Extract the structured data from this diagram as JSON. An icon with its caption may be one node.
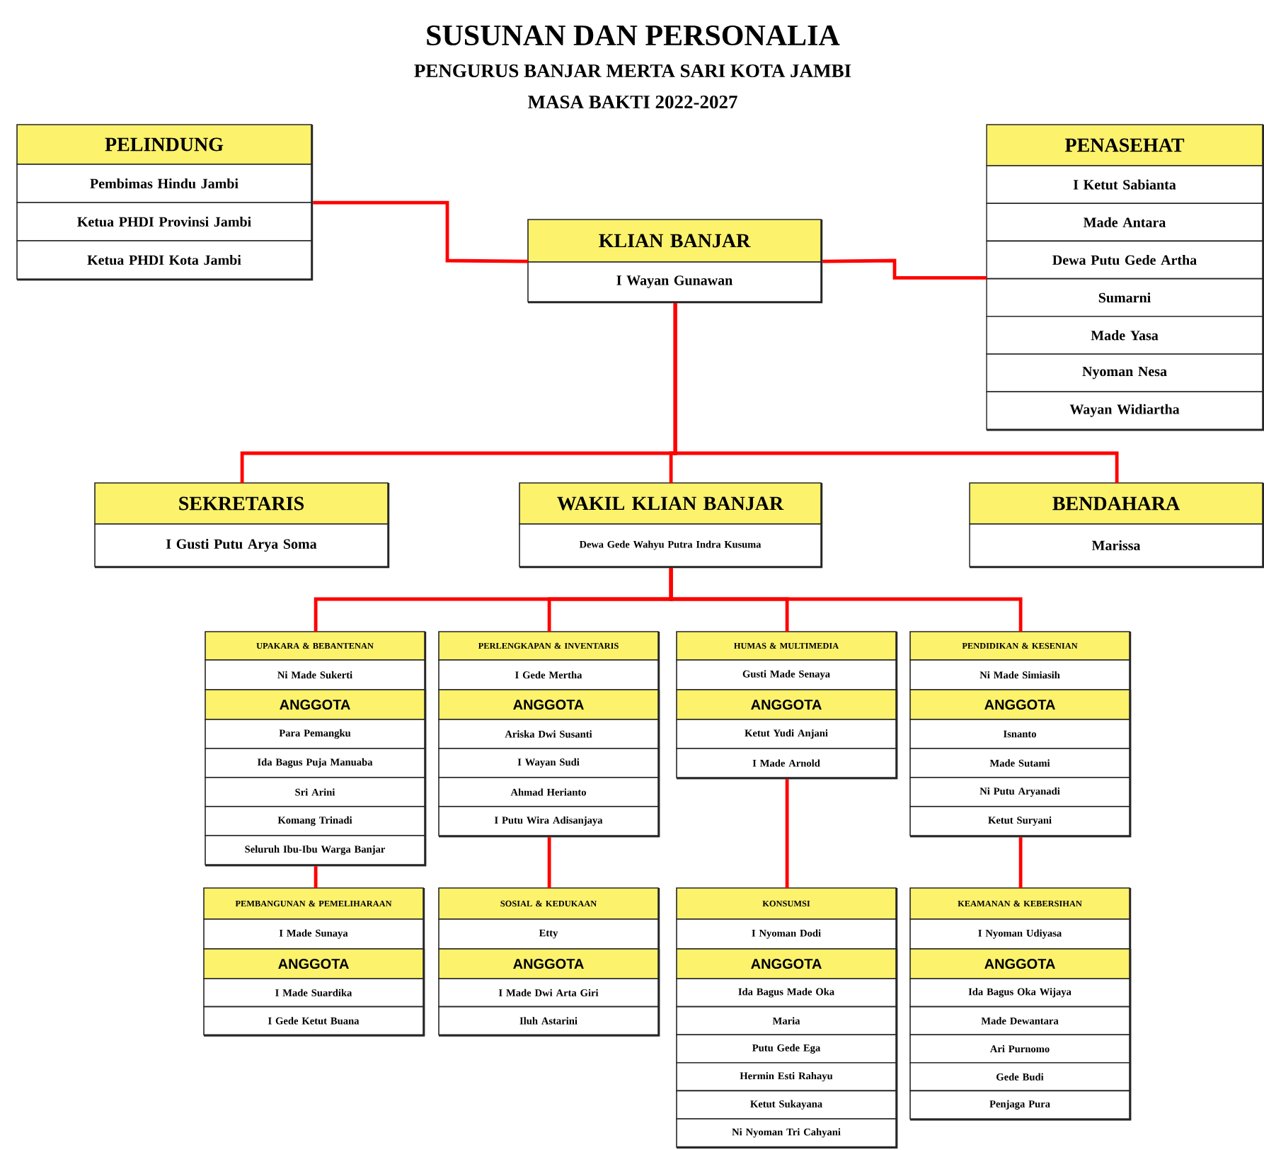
{
  "diagram": {
    "title": "SUSUNAN DAN PERSONALIA",
    "nodes": [
      {
        "text": [
          "PELINDUNG",
          "Pembimas Hindu Jambi",
          "Ketua PHDI Provinsi Jambi",
          "Ketua PHDI Kota Jambi"
        ]
      },
      {
        "text": [
          "PENASEHAT",
          "I Ketut Sabianta",
          "Made Antara",
          "Dewa Putu Gede Artha",
          "Sumarni",
          "Made Yasa",
          "Nyoman Nesa",
          "Wayan Widiartha"
        ]
      },
      {
        "text": [
          "KLIAN BANJAR",
          "I Wayan Gunawan"
        ]
      },
      {
        "text": [
          "SEKRETARIS",
          "I Gusti Putu Arya Soma"
        ]
      },
      {
        "text": [
          "WAKIL KLIAN BANJAR",
          "Dewa Gede Wahyu Putra Indra Kusuma"
        ]
      },
      {
        "text": [
          "BENDAHARA",
          "Marissa"
        ]
      },
      {
        "text": [
          "UPAKARA & BEBANTENAN",
          "Ni Made Sukerti"
        ]
      },
      {
        "text": [
          "ANGGOTA",
          "Para Pemangku",
          "Ida Bagus Puja Manuaba",
          "Sri Arini",
          "Komang Trinadi",
          "Seluruh Ibu-Ibu Warga Banjar"
        ],
        "in": 6
      },
      {
        "text": [
          "PERLENGKAPAN & INVENTARIS",
          "I Gede Mertha"
        ]
      },
      {
        "text": [
          "ANGGOTA",
          "Ariska Dwi Susanti",
          "I Wayan Sudi",
          "Ahmad Herianto",
          "I Putu Wira Adisanjaya"
        ],
        "in": 8
      },
      {
        "text": [
          "HUMAS & MULTIMEDIA",
          "Gusti Made Senaya"
        ]
      },
      {
        "text": [
          "ANGGOTA",
          "Ketut Yudi Anjani",
          "I Made Arnold"
        ],
        "in": 10
      },
      {
        "text": [
          "PENDIDIKAN & KESENIAN",
          "Ni Made Simiasih"
        ]
      },
      {
        "text": [
          "ANGGOTA",
          "Isnanto",
          "Made Sutami",
          "Ni Putu Aryanadi",
          "Ketut Suryani"
        ],
        "in": 12
      },
      {
        "text": [
          "PEMBANGUNAN & PEMELIHARAAN",
          "I Made Sunaya"
        ]
      },
      {
        "text": [
          "ANGGOTA",
          "I Made Suardika",
          "I Gede Ketut Buana"
        ],
        "in": 14
      },
      {
        "text": [
          "SOSIAL & KEDUKAAN",
          "Etty"
        ]
      },
      {
        "text": [
          "ANGGOTA",
          "I Made Dwi Arta Giri",
          "Iluh Astarini"
        ],
        "in": 16
      },
      {
        "text": [
          "KONSUMSI",
          "I Nyoman Dodi"
        ]
      },
      {
        "text": [
          "ANGGOTA",
          "Ida Bagus Made Oka",
          "Maria",
          "Putu Gede Ega",
          "Hermin Esti Rahayu",
          "Ketut Sukayana",
          "Ni Nyoman Tri Cahyani"
        ],
        "in": 18
      },
      {
        "text": [
          "KEAMANAN & KEBERSIHAN",
          "I Nyoman Udiyasa"
        ]
      },
      {
        "text": [
          "ANGGOTA",
          "Ida Bagus Oka Wijaya",
          "Made Dewantara",
          "Ari Purnomo",
          "Gede Budi",
          "Penjaga Pura"
        ],
        "in": 20
      }
    ],
    "edges": [
      {
        "from": 2,
        "to": 0,
        "arrow": "none"
      },
      {
        "from": 2,
        "to": 1,
        "arrow": "none"
      },
      {
        "from": 2,
        "to": 3,
        "arrow": "none"
      },
      {
        "from": 2,
        "to": 4,
        "arrow": "none"
      },
      {
        "from": 2,
        "to": 5,
        "arrow": "none"
      },
      {
        "from": 4,
        "to": 6,
        "arrow": "none"
      },
      {
        "from": 4,
        "to": 8,
        "arrow": "none"
      },
      {
        "from": 4,
        "to": 10,
        "arrow": "none"
      },
      {
        "from": 4,
        "to": 12,
        "arrow": "none"
      },
      {
        "from": 6,
        "to": 14,
        "arrow": "none"
      },
      {
        "from": 8,
        "to": 16,
        "arrow": "none"
      },
      {
        "from": 10,
        "to": 18,
        "arrow": "none"
      },
      {
        "from": 12,
        "to": 20,
        "arrow": "none"
      }
    ],
    "labels": [
      "PENGURUS BANJAR MERTA SARI KOTA JAMBI",
      "MASA BAKTI 2022-2027"
    ]
  }
}
